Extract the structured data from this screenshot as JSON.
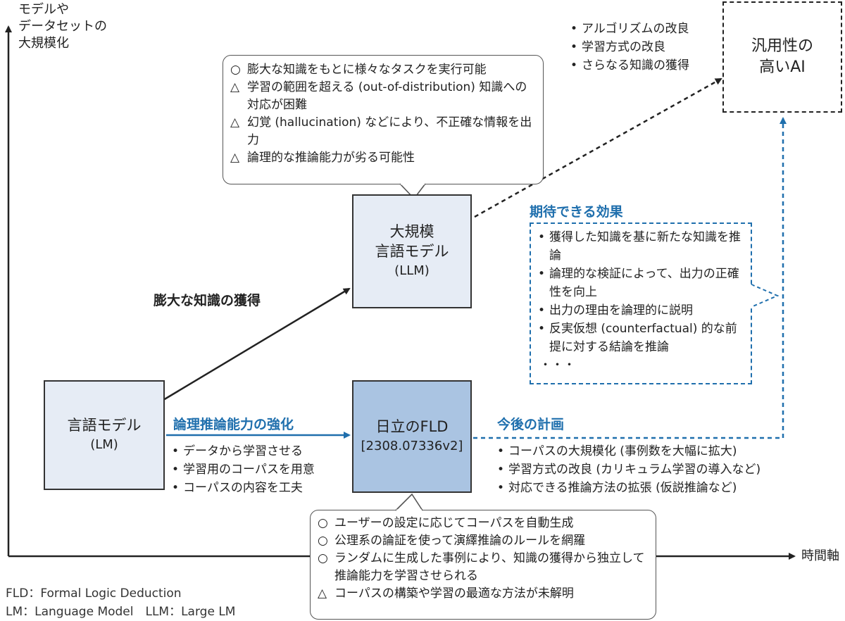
{
  "axes": {
    "y_label": [
      "モデルや",
      "データセットの",
      "大規模化"
    ],
    "x_label": "時間軸"
  },
  "nodes": {
    "lm": {
      "title": "言語モデル",
      "sub": "(LM)"
    },
    "llm": {
      "title1": "大規模",
      "title2": "言語モデル",
      "sub": "(LLM)"
    },
    "fld": {
      "title": "日立のFLD",
      "sub": "[2308.07336v2]"
    },
    "goal": {
      "title1": "汎用性の",
      "title2": "高いAI"
    }
  },
  "llm_bubble": {
    "items": [
      {
        "mark": "○",
        "text": "膨大な知識をもとに様々なタスクを実行可能"
      },
      {
        "mark": "△",
        "text": "学習の範囲を超える (out-of-distribution) 知識への対応が困難"
      },
      {
        "mark": "△",
        "text": "幻覚 (hallucination) などにより、不正確な情報を出力"
      },
      {
        "mark": "△",
        "text": "論理的な推論能力が劣る可能性"
      }
    ]
  },
  "fld_bubble": {
    "items": [
      {
        "mark": "○",
        "text": "ユーザーの設定に応じてコーパスを自動生成"
      },
      {
        "mark": "○",
        "text": "公理系の論証を使って演繹推論のルールを網羅"
      },
      {
        "mark": "○",
        "text": "ランダムに生成した事例により、知識の獲得から独立して推論能力を学習させられる"
      },
      {
        "mark": "△",
        "text": "コーパスの構築や学習の最適な方法が未解明"
      }
    ]
  },
  "goal_improvements": [
    "アルゴリズムの改良",
    "学習方式の改良",
    "さらなる知識の獲得"
  ],
  "arrow_lm_llm": {
    "label": "膨大な知識の獲得"
  },
  "strengthen": {
    "heading": "論理推論能力の強化",
    "items": [
      "データから学習させる",
      "学習用のコーパスを用意",
      "コーパスの内容を工夫"
    ]
  },
  "plan": {
    "heading": "今後の計画",
    "items": [
      "コーパスの大規模化 (事例数を大幅に拡大)",
      "学習方式の改良 (カリキュラム学習の導入など)",
      "対応できる推論方法の拡張 (仮説推論など)"
    ]
  },
  "effects": {
    "heading": "期待できる効果",
    "items": [
      "獲得した知識を基に新たな知識を推論",
      "論理的な検証によって、出力の正確性を向上",
      "出力の理由を論理的に説明",
      "反実仮想 (counterfactual) 的な前提に対する結論を推論"
    ],
    "ellipsis": "・・・"
  },
  "legend": {
    "line1": "FLD：Formal Logic Deduction",
    "line2": "LM：Language Model　LLM：Large LM"
  },
  "colors": {
    "accent": "#1f6fad",
    "box_light": "#e6ecf5",
    "box_fld": "#aac4e2"
  }
}
